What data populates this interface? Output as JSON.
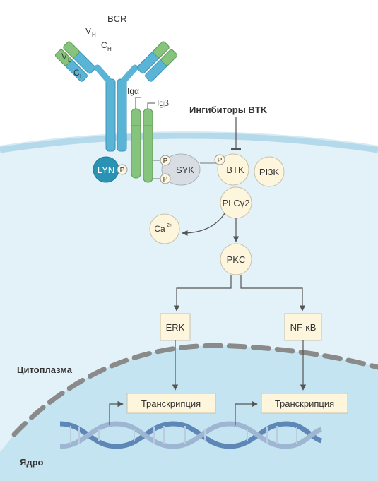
{
  "receptor": {
    "bcr": "BCR",
    "vh": "V",
    "vh_sub": "H",
    "ch": "C",
    "ch_sub": "H",
    "vl": "V",
    "vl_sub": "L",
    "cl": "C",
    "cl_sub": "L",
    "ig_alpha": "Igα",
    "ig_beta": "Igβ"
  },
  "nodes": {
    "lyn": "LYN",
    "p": "P",
    "syk": "SYK",
    "btk": "BTK",
    "pi3k": "PI3K",
    "plcg2": "PLCγ2",
    "ca": "Ca",
    "ca_sup": "2+",
    "pkc": "PKC",
    "erk": "ERK",
    "nfkb": "NF-κB",
    "transcription_left": "Транскрипция",
    "transcription_right": "Транскрипция"
  },
  "labels": {
    "inhibitors": "Ингибиторы BTK",
    "cytoplasm": "Цитоплазма",
    "nucleus": "Ядро"
  },
  "colors": {
    "heavy_chain": "#5ab4d6",
    "light_chain": "#86c47e",
    "cell_fill": "#e3f1f8",
    "nucleus_fill": "#c5e4f1",
    "membrane": "#b4d9ea",
    "nuclear_envelope": "#8a8a8a",
    "node_fill": "#fdf6dc",
    "node_stroke": "#c9c2a8",
    "lyn": "#2a93b4",
    "syk": "#d7dde2",
    "arrow": "#555555"
  }
}
